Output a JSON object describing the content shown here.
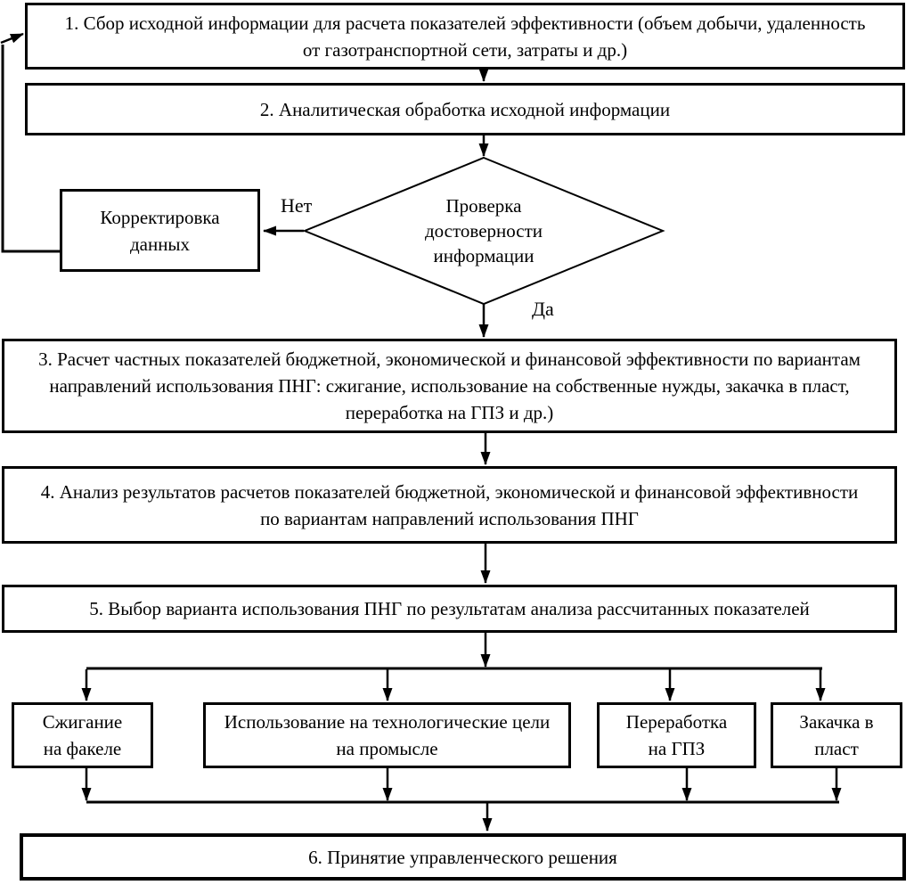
{
  "flowchart": {
    "steps": {
      "s1": "1. Сбор исходной информации для расчета показателей эффективности (объем добычи, удаленность от газотранспортной сети, затраты и др.)",
      "s2": "2. Аналитическая обработка исходной информации",
      "s3": "3. Расчет частных показателей бюджетной, экономической и финансовой эффективности по вариантам направлений использования ПНГ: сжигание, использование на собственные нужды, закачка в пласт, переработка на ГПЗ и др.)",
      "s4": "4. Анализ результатов расчетов показателей бюджетной, экономической и финансовой эффективности по вариантам направлений использования ПНГ",
      "s5": "5. Выбор варианта использования ПНГ по результатам анализа рассчитанных показателей",
      "s6": "6. Принятие управленческого решения"
    },
    "decision": {
      "label": "Проверка достоверности информации",
      "no_label": "Нет",
      "yes_label": "Да"
    },
    "correction": {
      "label": "Корректировка данных"
    },
    "options": [
      {
        "label": "Сжигание на факеле"
      },
      {
        "label": "Использование на технологические цели на промысле"
      },
      {
        "label": "Переработка на ГПЗ"
      },
      {
        "label": "Закачка в пласт"
      }
    ],
    "colors": {
      "line": "#000000",
      "background": "#ffffff",
      "text": "#000000"
    }
  }
}
